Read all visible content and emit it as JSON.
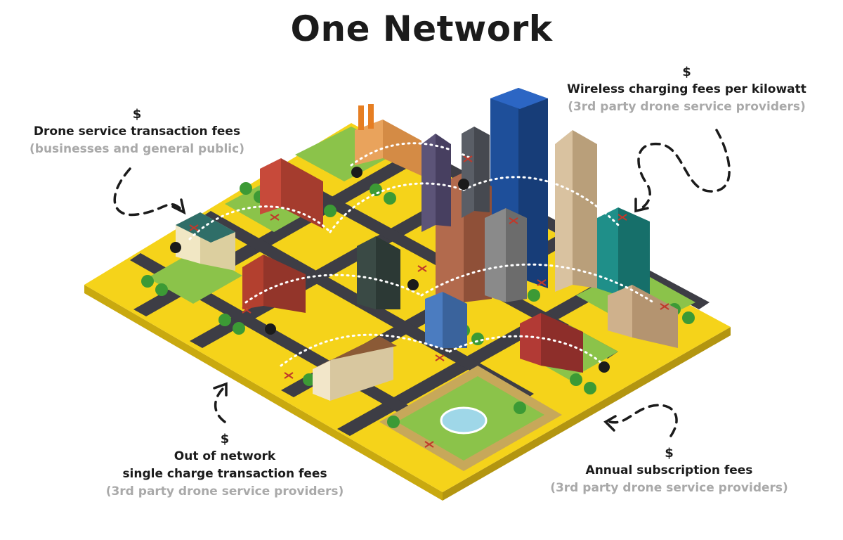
{
  "title": "One Network",
  "labels": {
    "drone_service": {
      "dollar": "$",
      "main": "Drone service transaction fees",
      "sub": "(businesses and general public)"
    },
    "wireless_charging": {
      "dollar": "$",
      "main": "Wireless charging fees per kilowatt",
      "sub": "(3rd party drone service providers)"
    },
    "out_of_network": {
      "dollar": "$",
      "main1": "Out of network",
      "main2": "single charge transaction fees",
      "sub": "(3rd party drone service providers)"
    },
    "annual_subscription": {
      "dollar": "$",
      "main": "Annual subscription fees",
      "sub": "(3rd party drone service providers)"
    }
  },
  "colors": {
    "ground_yellow": "#f5d31a",
    "road": "#3d3d45",
    "grass": "#8bc34a",
    "tree": "#3c9a35",
    "sub_text": "#a9a9a9",
    "text": "#1b1b1b"
  }
}
